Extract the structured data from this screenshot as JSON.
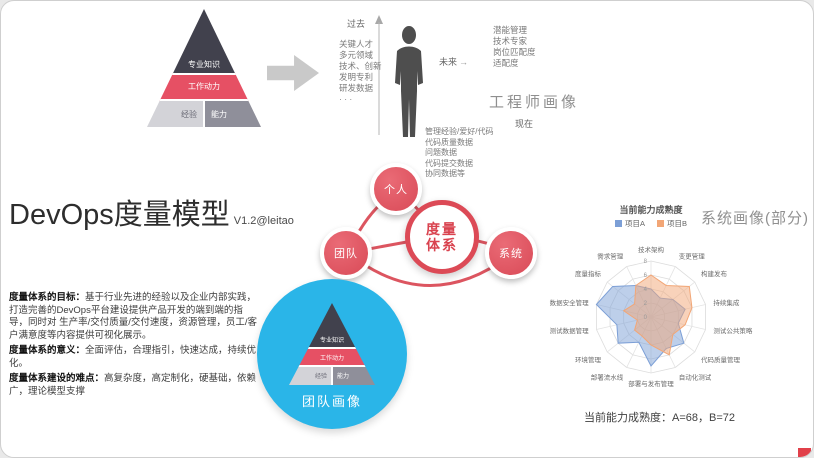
{
  "slide": {
    "title": "DevOps度量模型",
    "version": "V1.2@leitao"
  },
  "pyramid": {
    "top": "专业知识",
    "middle": "工作动力",
    "bottom_left": "经验",
    "bottom_right": "能力"
  },
  "engineer": {
    "heading": "工程师画像",
    "axis_past": "过去",
    "axis_future": "未来",
    "axis_now": "现在",
    "left_items": [
      "关键人才",
      "多元领域",
      "技术、创新",
      "发明专利",
      "研发数据",
      "· · ·"
    ],
    "right_items": [
      "潜能管理",
      "技术专家",
      "岗位匹配度",
      "适配度"
    ],
    "bottom_items": [
      "管理经验/爱好/代码",
      "代码质量数据",
      "问题数据",
      "代码提交数据",
      "协同数据等"
    ]
  },
  "icons": {
    "future_arrow": "→"
  },
  "hub": {
    "center_line1": "度量",
    "center_line2": "体系",
    "nodes": [
      "个人",
      "团队",
      "系统"
    ]
  },
  "team_circle": {
    "label": "团队画像"
  },
  "paragraphs": [
    {
      "lead": "度量体系的目标：",
      "text": "基于行业先进的经验以及企业内部实践，打造完善的DevOps平台建设提供产品开发的端到端的指导，同时对 生产率/交付质量/交付速度，资源管理，员工/客户满意度等内容提供可视化展示。"
    },
    {
      "lead": "度量体系的意义：",
      "text": "全面评估，合理指引，快速达成，持续优化。"
    },
    {
      "lead": "度量体系建设的难点：",
      "text": "高复杂度，高定制化，硬基础，依赖广，理论模型支撑"
    }
  ],
  "radar_section": {
    "heading": "系统画像(部分)",
    "caption": "当前能力成熟度：A=68，B=72"
  },
  "chart_data": {
    "type": "radar",
    "title": "当前能力成熟度",
    "categories": [
      "技术架构",
      "变更管理",
      "构建发布",
      "持续集成",
      "测试公共策略",
      "代码质量管理",
      "自动化测试",
      "部署与发布管理",
      "部署流水线",
      "环境管理",
      "测试数据管理",
      "数据安全管理",
      "度量指标",
      "需求管理"
    ],
    "series": [
      {
        "name": "项目A",
        "color": "#7c9fd6",
        "values": [
          4,
          3,
          4,
          5,
          4,
          6,
          5,
          7,
          4,
          6,
          5,
          8,
          7,
          5
        ]
      },
      {
        "name": "项目B",
        "color": "#f2a676",
        "values": [
          6,
          5,
          7,
          6,
          5,
          4,
          6,
          4,
          3,
          3,
          2,
          4,
          3,
          5
        ]
      }
    ],
    "rmax": 8,
    "ticks": [
      0,
      2,
      4,
      6,
      8
    ],
    "legend_position": "top",
    "grid": true
  },
  "colors": {
    "accent_red": "#d9434f",
    "sky_blue": "#2ab5e8",
    "dark_layer": "#41414d",
    "arrow_gray": "#c9c9c9"
  }
}
